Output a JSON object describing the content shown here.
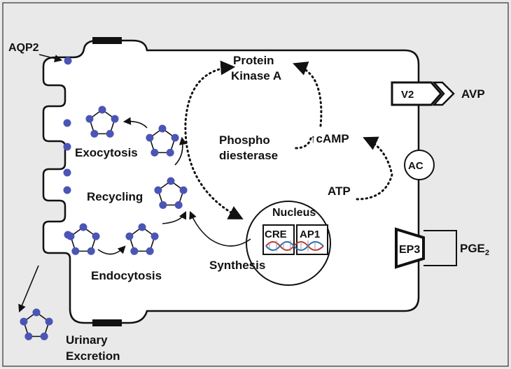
{
  "labels": {
    "aqp2": "AQP2",
    "protein_kinase_line1": "Protein",
    "protein_kinase_line2": "Kinase A",
    "v2": "V2",
    "avp": "AVP",
    "phospho_line1": "Phospho",
    "phospho_line2": "diesterase",
    "camp": "↑cAMP",
    "ac": "AC",
    "atp": "ATP",
    "exocytosis": "Exocytosis",
    "recycling": "Recycling",
    "nucleus": "Nucleus",
    "cre": "CRE",
    "ap1": "AP1",
    "synthesis": "Synthesis",
    "endocytosis": "Endocytosis",
    "ep3": "EP3",
    "pge": "PGE",
    "pge_sub": "2",
    "urinary_line1": "Urinary",
    "urinary_line2": "Excretion"
  },
  "colors": {
    "background": "#e9e9e9",
    "cell_fill": "#ffffff",
    "outline": "#111111",
    "aqp2_dot": "#4b55b5"
  }
}
